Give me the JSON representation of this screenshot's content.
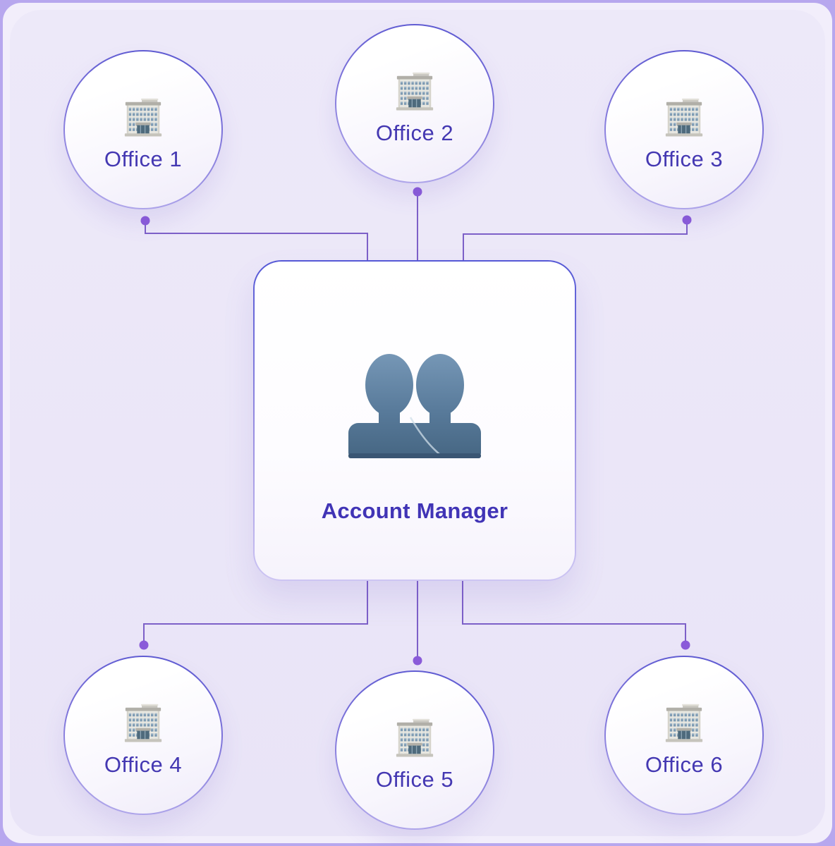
{
  "diagram": {
    "center": {
      "title": "Account Manager",
      "icon": "busts-in-silhouette"
    },
    "offices": [
      {
        "label": "Office 1",
        "icon": "office-building",
        "position": "top-left"
      },
      {
        "label": "Office 2",
        "icon": "office-building",
        "position": "top-center"
      },
      {
        "label": "Office 3",
        "icon": "office-building",
        "position": "top-right"
      },
      {
        "label": "Office 4",
        "icon": "office-building",
        "position": "bottom-left"
      },
      {
        "label": "Office 5",
        "icon": "office-building",
        "position": "bottom-center"
      },
      {
        "label": "Office 6",
        "icon": "office-building",
        "position": "bottom-right"
      }
    ],
    "colors": {
      "edge_border": "#b7a7ee",
      "outer_background": "#f2eefb",
      "panel_background": "#eae5f7",
      "node_border": "#5a57d1",
      "connector_line": "#7d60c8",
      "connector_dot": "#8a5bd9",
      "office_label": "#4438b2",
      "center_title": "#4134b6",
      "silhouette_blue": "#587a9a"
    }
  }
}
